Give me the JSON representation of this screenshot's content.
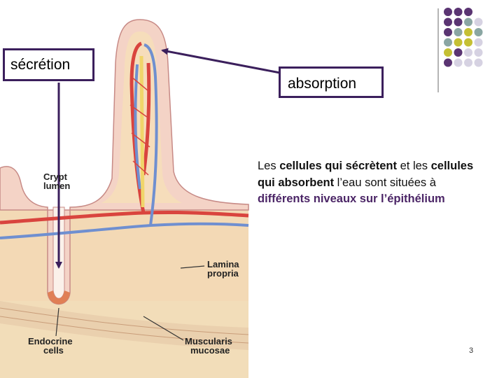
{
  "callouts": {
    "secretion": "sécrétion",
    "absorption": "absorption"
  },
  "description": {
    "s1": "Les ",
    "s2": "cellules qui sécrètent",
    "s3": " et les ",
    "s4": "cellules qui absorbent",
    "s5": " l’eau sont situées à ",
    "s6": "différents niveaux sur l’épithélium"
  },
  "labels": {
    "crypt_1": "Crypt",
    "crypt_2": "lumen",
    "lamina_1": "Lamina",
    "lamina_2": "propria",
    "endocrine_1": "Endocrine",
    "endocrine_2": "cells",
    "muscularis_1": "Muscularis",
    "muscularis_2": "mucosae"
  },
  "page_number": "3",
  "colors": {
    "accent_purple": "#4b2566",
    "dot_purple": "#5a3472",
    "dot_teal": "#8aa6a3",
    "dot_yellow": "#c5c034",
    "dot_lavender": "#d6d2e2",
    "tissue_tan": "#f3d9b5",
    "epithelium_pink": "#f0c4c2",
    "artery_red": "#d9443e",
    "vein_blue": "#6f8fd0",
    "lacteal_yellow": "#f0d56a"
  },
  "icons": [
    "decorative-dot-grid",
    "arrow-to-crypt",
    "arrow-to-villus"
  ]
}
